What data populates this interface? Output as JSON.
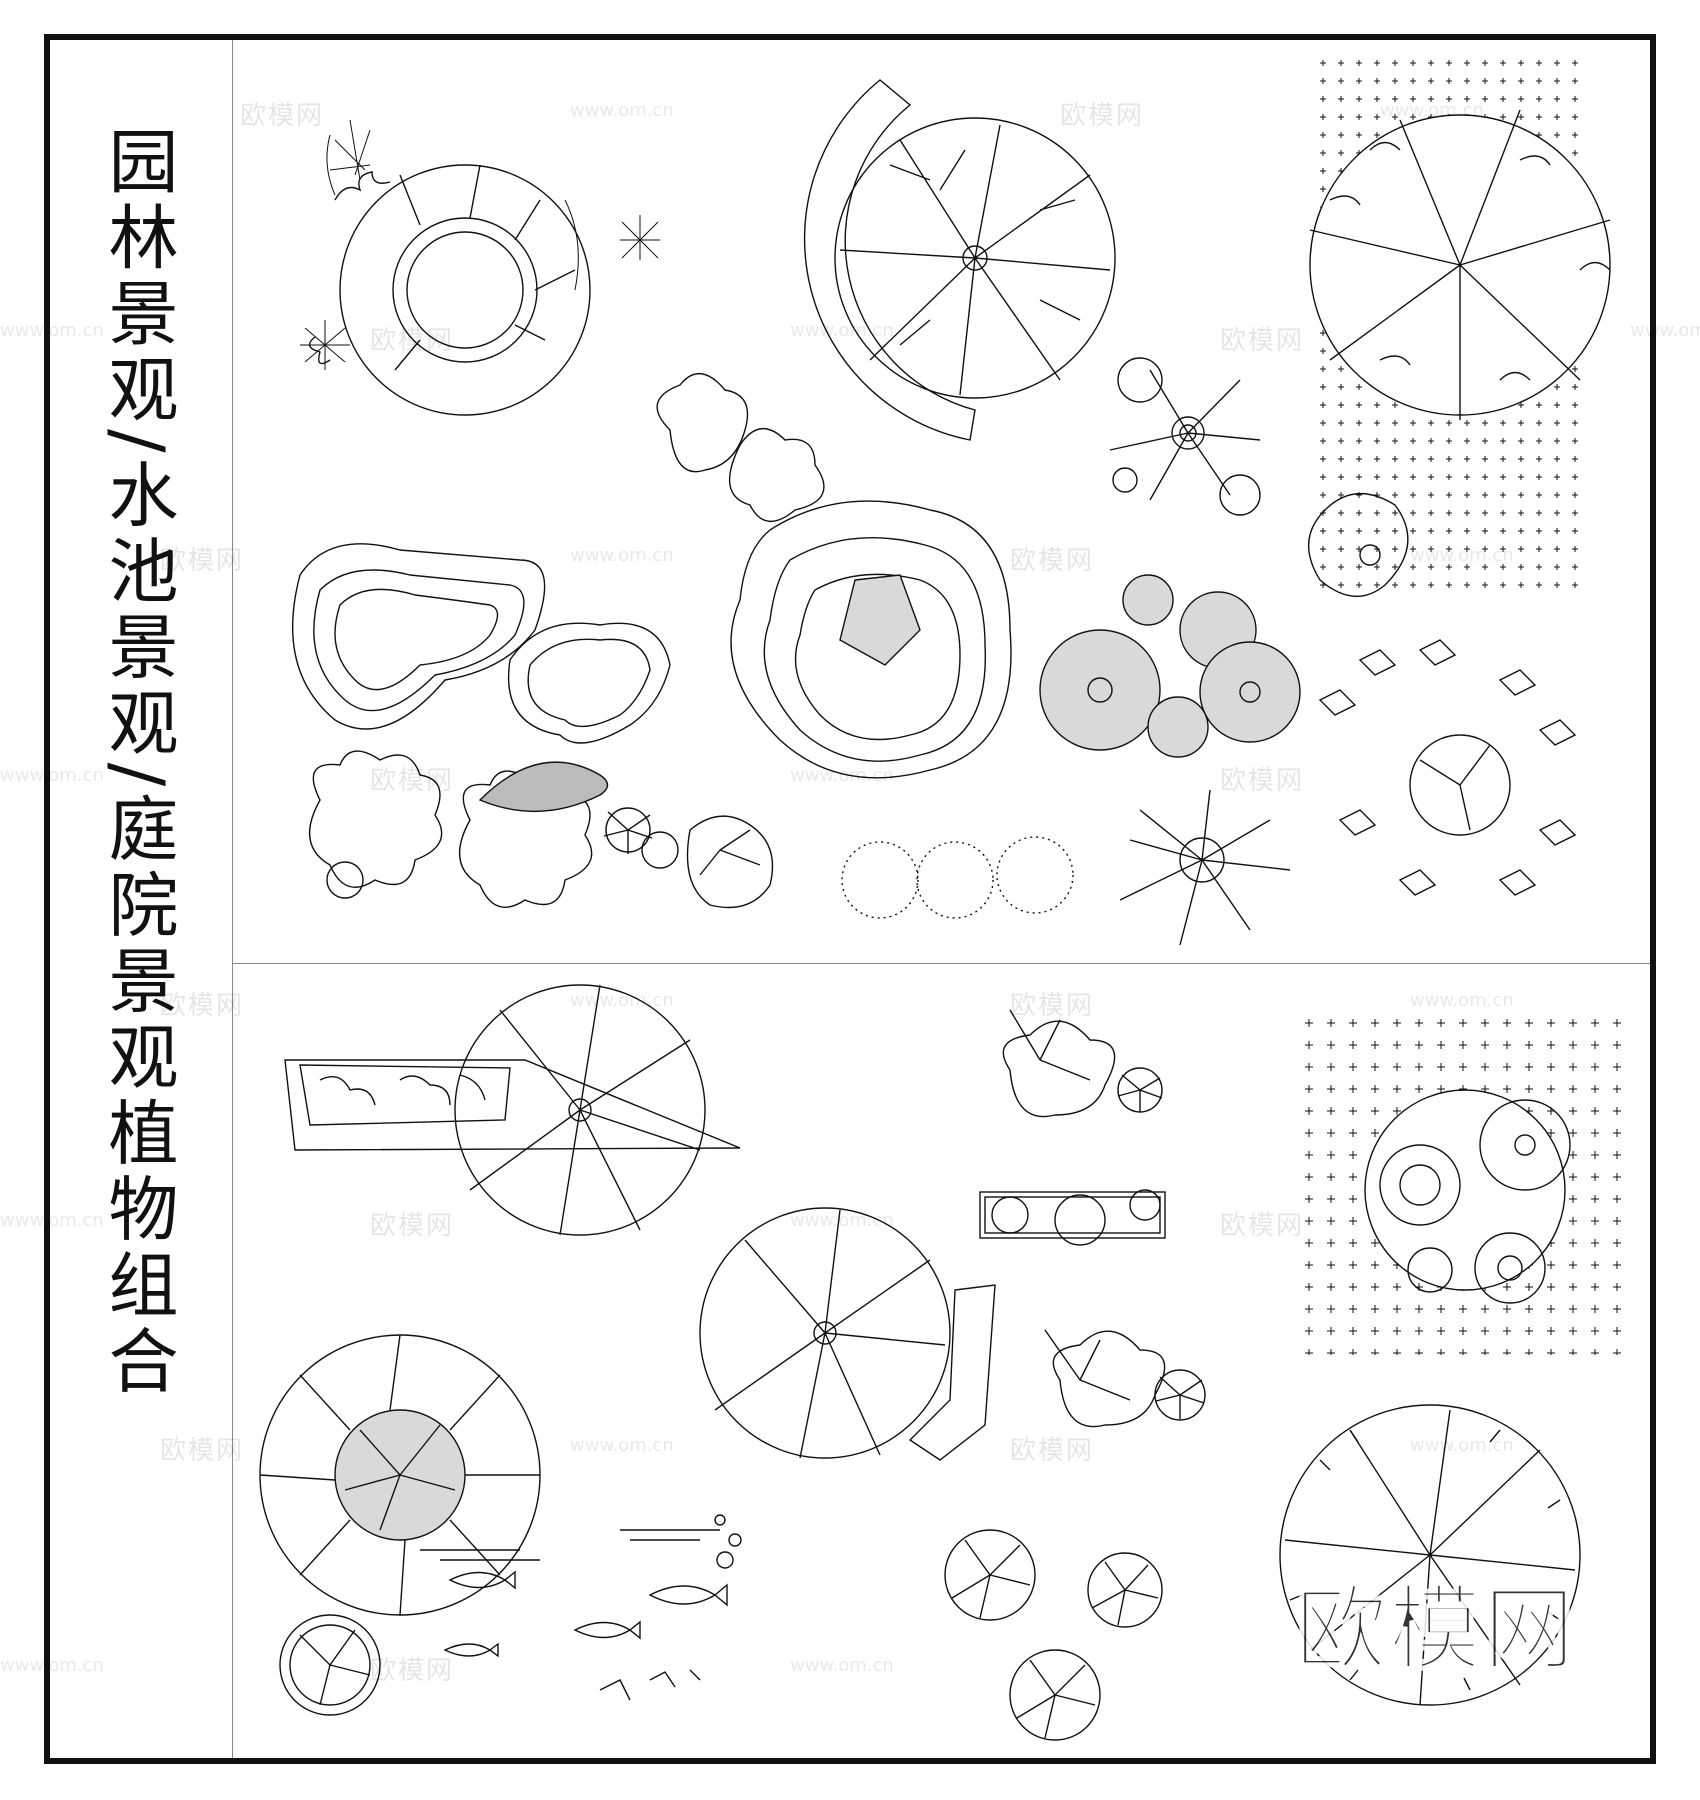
{
  "title": "园林景观/水池景观/庭院景观植物组合",
  "watermark": {
    "text": "欧模网",
    "url": "www.om.cn"
  },
  "colors": {
    "line": "#111111",
    "fill_gray": "#d9d9d9",
    "frame": "#111111"
  }
}
